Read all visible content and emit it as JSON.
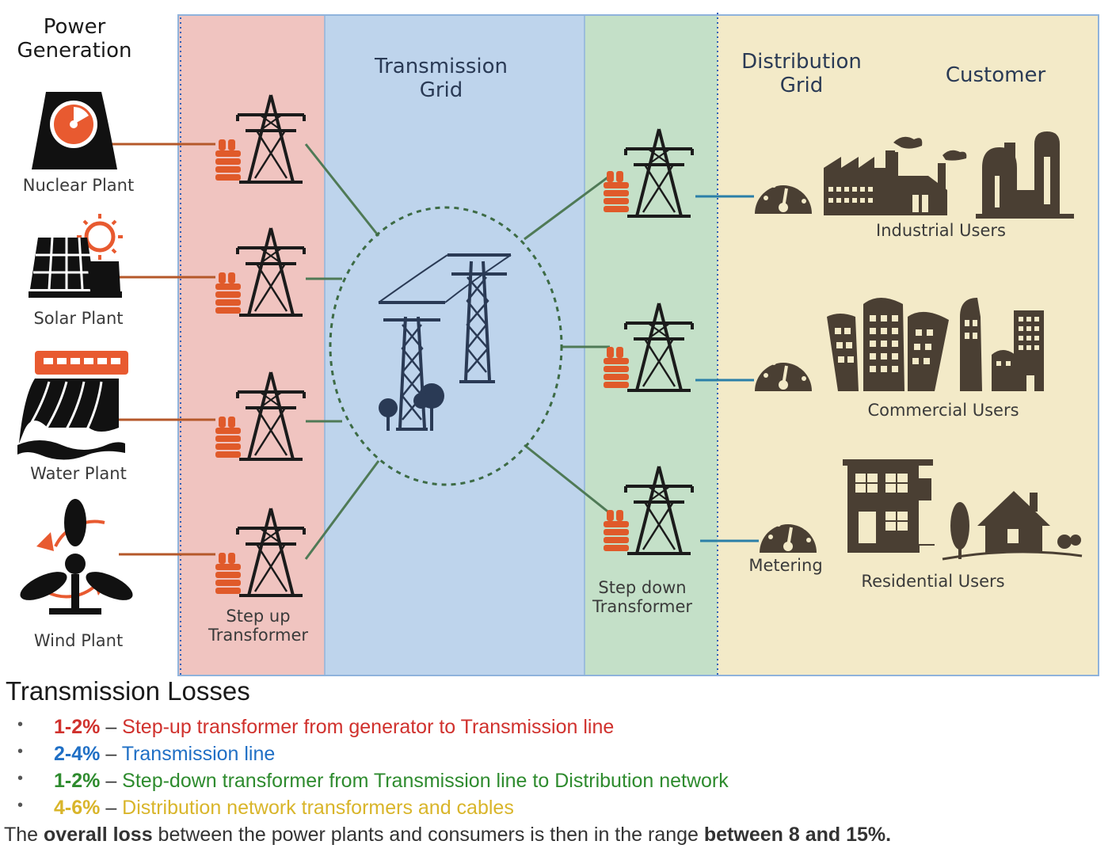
{
  "sections": {
    "generation": "Power\nGeneration",
    "transmission": "Transmission\nGrid",
    "distribution": "Distribution\nGrid",
    "customer": "Customer"
  },
  "plants": [
    "Nuclear Plant",
    "Solar Plant",
    "Water Plant",
    "Wind Plant"
  ],
  "transformers": {
    "step_up": "Step up\nTransformer",
    "step_down": "Step down\nTransformer"
  },
  "metering": "Metering",
  "users": [
    "Industrial Users",
    "Commercial Users",
    "Residential Users"
  ],
  "losses": {
    "title": "Transmission Losses",
    "items": [
      {
        "pct": "1-2%",
        "sep": " – ",
        "text": "Step-up transformer from generator to Transmission line",
        "color": "#d0312d"
      },
      {
        "pct": "2-4%",
        "sep": " – ",
        "text": "Transmission line",
        "color": "#1f6fc5"
      },
      {
        "pct": "1-2%",
        "sep": " – ",
        "text": "Step-down transformer from Transmission line to Distribution network",
        "color": "#2e8b2e"
      },
      {
        "pct": "4-6%",
        "sep": " – ",
        "text": "Distribution network transformers and cables",
        "color": "#d9b52a"
      }
    ],
    "summary": {
      "a": "The ",
      "b": "overall loss",
      "c": " between the power plants and consumers is then in the range ",
      "d": "between 8 and 15%."
    }
  },
  "colors": {
    "generation_zone": "#f0c4c0",
    "transmission_zone": "#bed4ec",
    "stepdown_zone": "#c4e0c8",
    "distribution_zone": "#f3eac8",
    "icon_dark": "#4a3f33",
    "transformer_orange": "#e05a2a",
    "line_green": "#4f7a56"
  }
}
